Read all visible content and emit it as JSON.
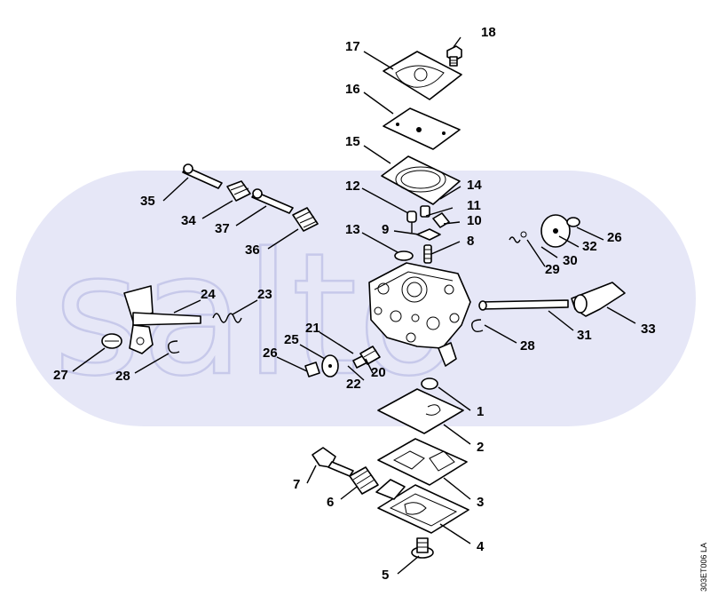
{
  "watermark": {
    "text": "salto",
    "band_color": "#e6e7f7"
  },
  "figure_code": "303ET006 LA",
  "callouts": [
    "1",
    "2",
    "3",
    "4",
    "5",
    "6",
    "7",
    "8",
    "9",
    "10",
    "11",
    "12",
    "13",
    "14",
    "15",
    "16",
    "17",
    "18",
    "20",
    "21",
    "22",
    "23",
    "24",
    "25",
    "26",
    "26",
    "27",
    "28",
    "28",
    "29",
    "30",
    "31",
    "32",
    "33",
    "34",
    "35",
    "36",
    "37"
  ]
}
